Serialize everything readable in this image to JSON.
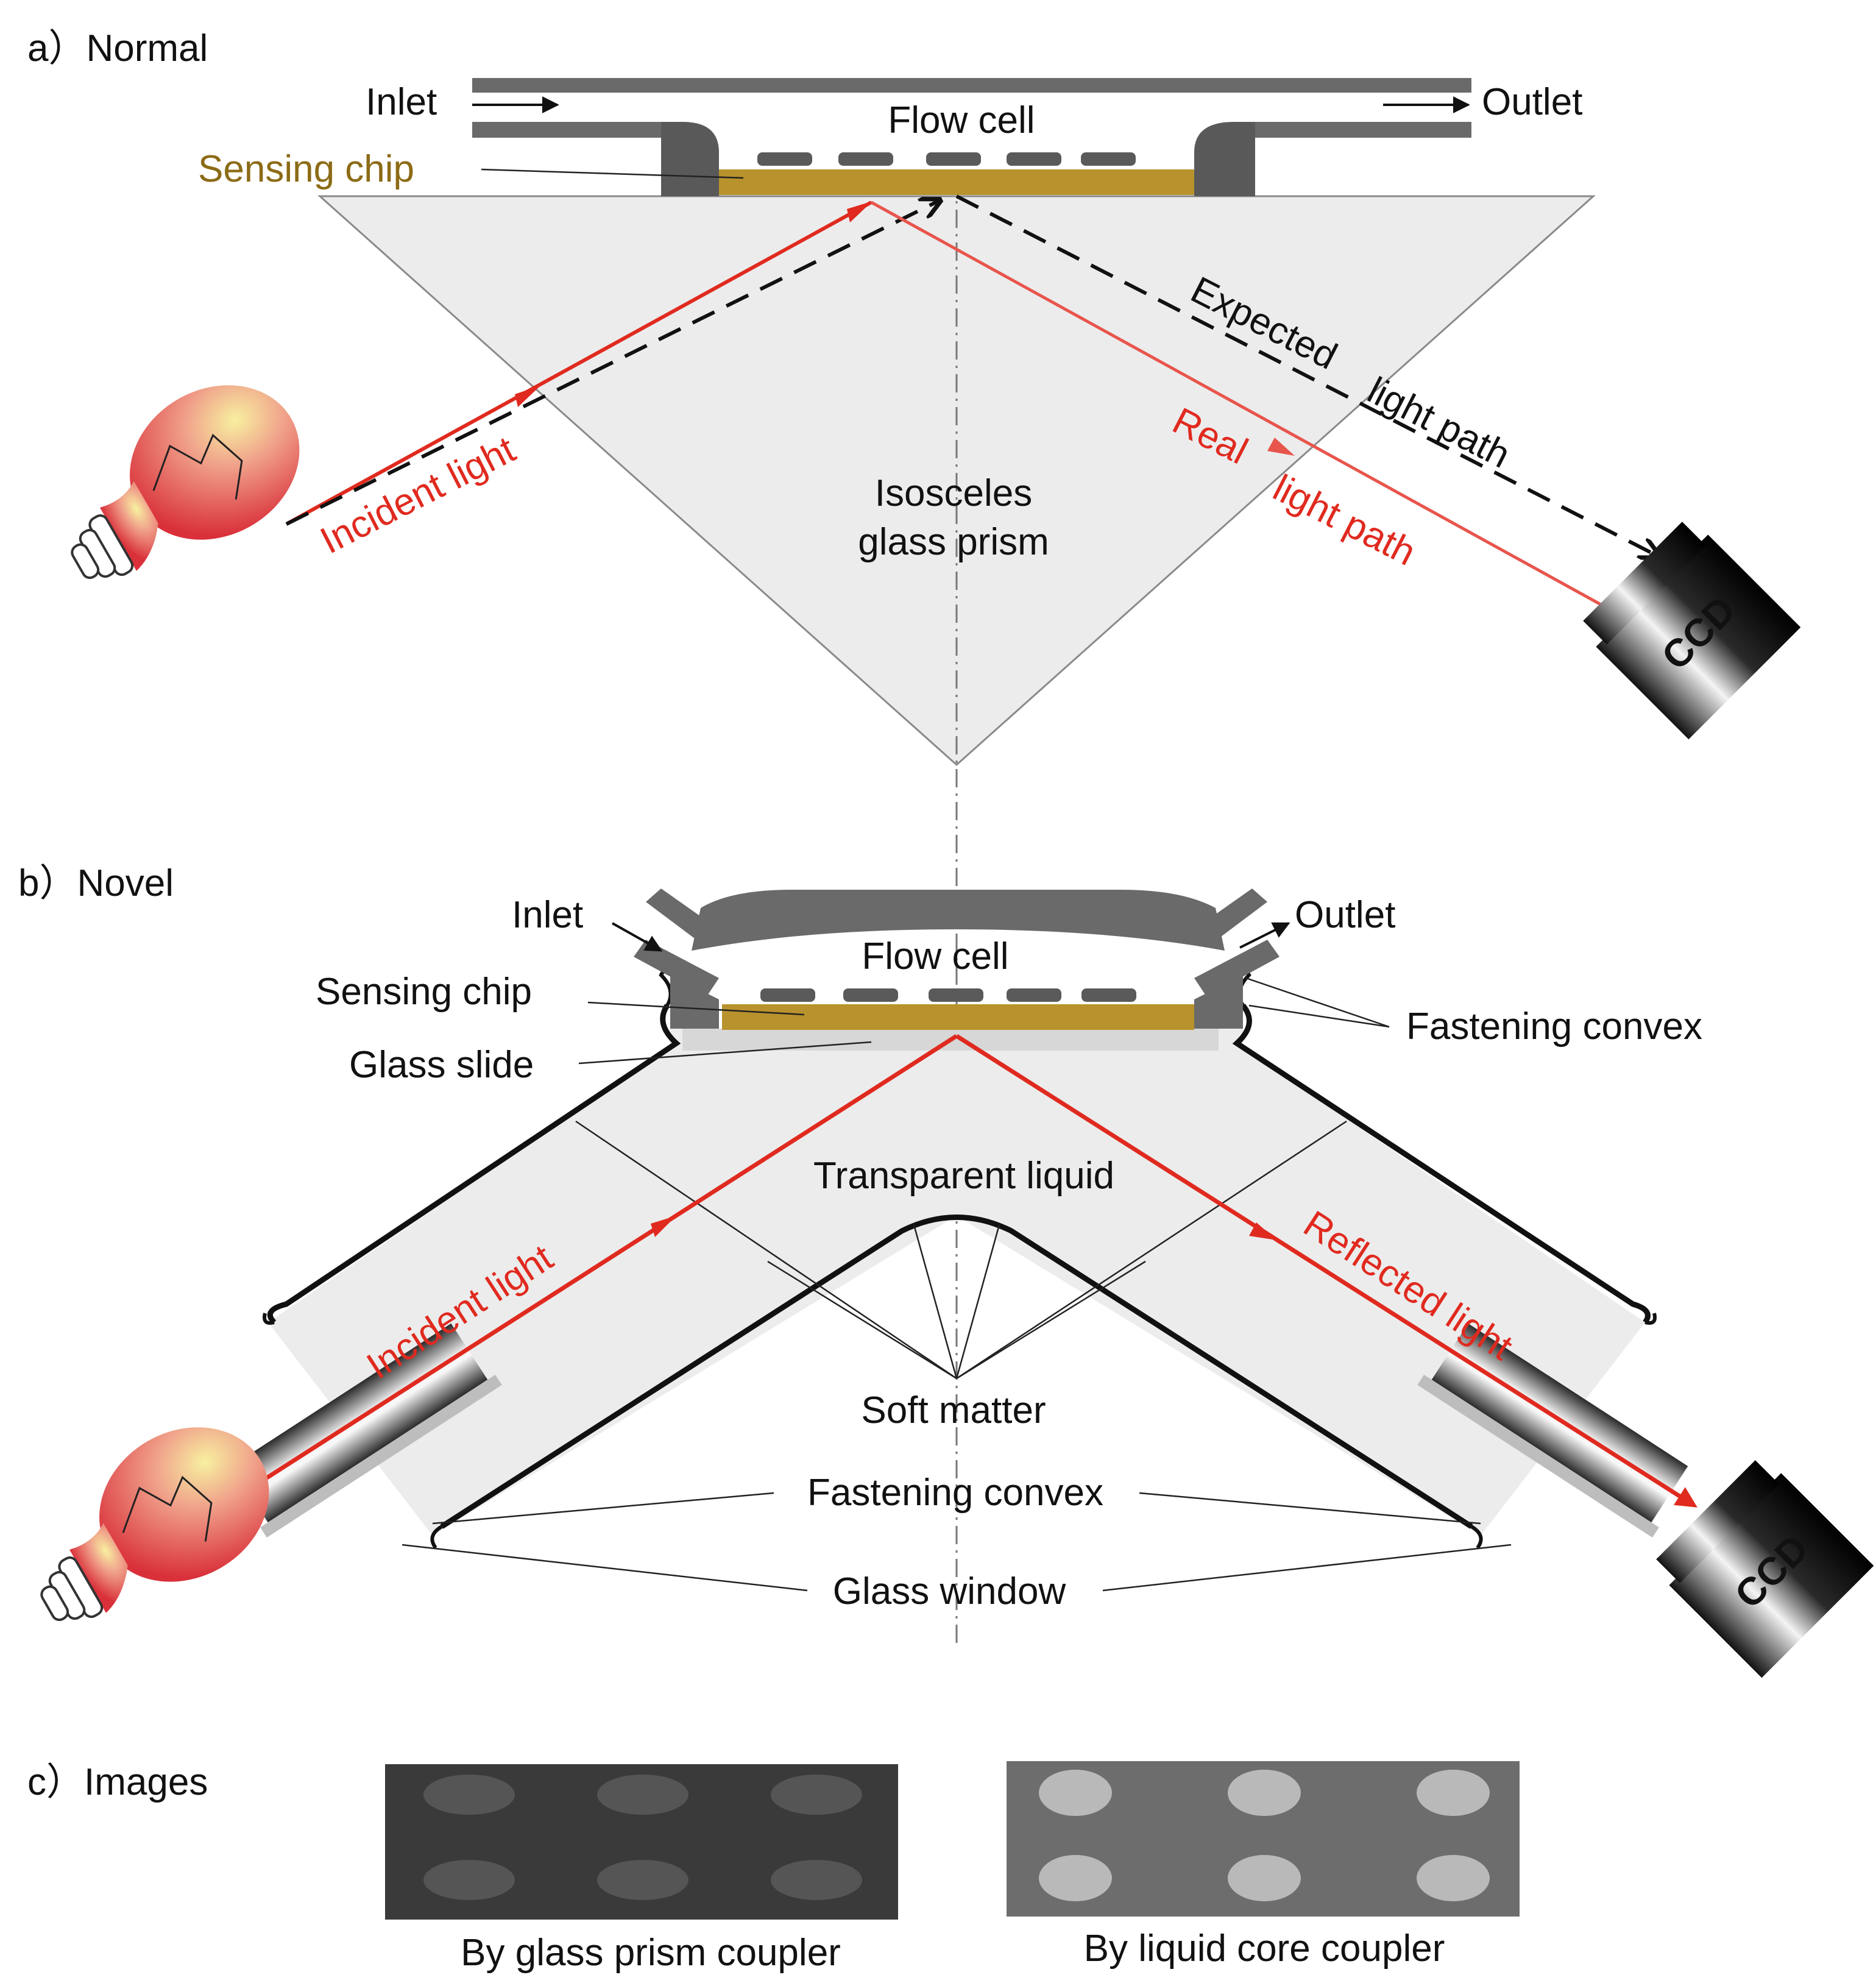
{
  "panel_a": {
    "title": "a）Normal",
    "inlet": "Inlet",
    "outlet": "Outlet",
    "flow_cell": "Flow cell",
    "sensing_chip": "Sensing  chip",
    "prism_line1": "Isosceles",
    "prism_line2": "glass prism",
    "incident_light": "Incident light",
    "expected_line1": "Expected",
    "expected_line2": "light path",
    "real_line1": "Real",
    "real_line2": "light path",
    "ccd": "CCD"
  },
  "panel_b": {
    "title": "b）Novel",
    "inlet": "Inlet",
    "outlet": "Outlet",
    "flow_cell": "Flow cell",
    "sensing_chip": "Sensing  chip",
    "glass_slide": "Glass slide",
    "fastening_convex_right": "Fastening convex",
    "transparent_liquid": "Transparent liquid",
    "incident_light": "Incident light",
    "reflected_light": "Reflected light",
    "soft_matter": "Soft matter",
    "fastening_convex_bottom": "Fastening convex",
    "glass_window": "Glass window",
    "ccd": "CCD"
  },
  "panel_c": {
    "title": "c）Images",
    "caption_left": "By glass prism coupler",
    "caption_right": "By liquid core coupler"
  },
  "colors": {
    "light_path": "#e02a1f",
    "chip_gold": "#b8922c",
    "chip_label": "#8c6b16",
    "housing_gray": "#595959",
    "prism_fill": "#ececec"
  }
}
